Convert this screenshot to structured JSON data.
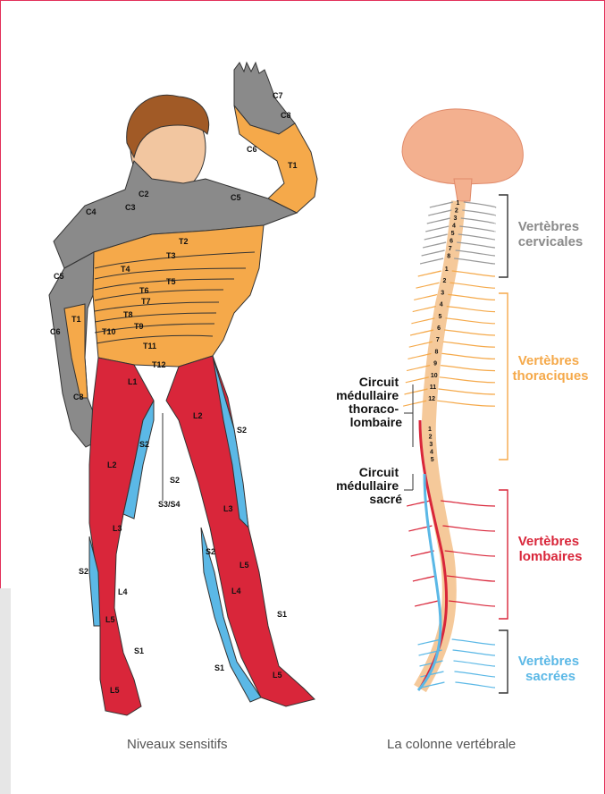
{
  "captions": {
    "left": "Niveaux sensitifs",
    "right": "La colonne vertébrale"
  },
  "dermatome_labels": [
    "C7",
    "C8",
    "C6",
    "T1",
    "C2",
    "C3",
    "C4",
    "C5",
    "T2",
    "T3",
    "T4",
    "T5",
    "T6",
    "T7",
    "T8",
    "T9",
    "T10",
    "T11",
    "T12",
    "L1",
    "L2",
    "S2",
    "S3/S4",
    "L3",
    "L4",
    "L5",
    "S1"
  ],
  "spine": {
    "cervical_numbers": [
      "1",
      "2",
      "3",
      "4",
      "5",
      "6",
      "7",
      "8"
    ],
    "thoracic_numbers": [
      "1",
      "2",
      "3",
      "4",
      "5",
      "6",
      "7",
      "8",
      "9",
      "10",
      "11",
      "12"
    ],
    "lumbar_numbers": [
      "1",
      "2",
      "3",
      "4",
      "5"
    ],
    "groups": {
      "cervical": [
        "Vertèbres",
        "cervicales"
      ],
      "thoracic": [
        "Vertèbres",
        "thoraciques"
      ],
      "lumbar": [
        "Vertèbres",
        "lombaires"
      ],
      "sacral": [
        "Vertèbres",
        "sacrées"
      ]
    },
    "circuits": {
      "thoracolumbar": [
        "Circuit",
        "médullaire",
        "thoraco-",
        "lombaire"
      ],
      "sacral": [
        "Circuit",
        "médullaire",
        "sacré"
      ]
    }
  },
  "colors": {
    "accent_frame": "#e2315a",
    "cervical_grey": "#8a8a8a",
    "thoracic_orange": "#f5a94a",
    "lumbar_red": "#d9263a",
    "sacral_blue": "#5bb8e6",
    "brain_pink": "#f3b08f"
  }
}
